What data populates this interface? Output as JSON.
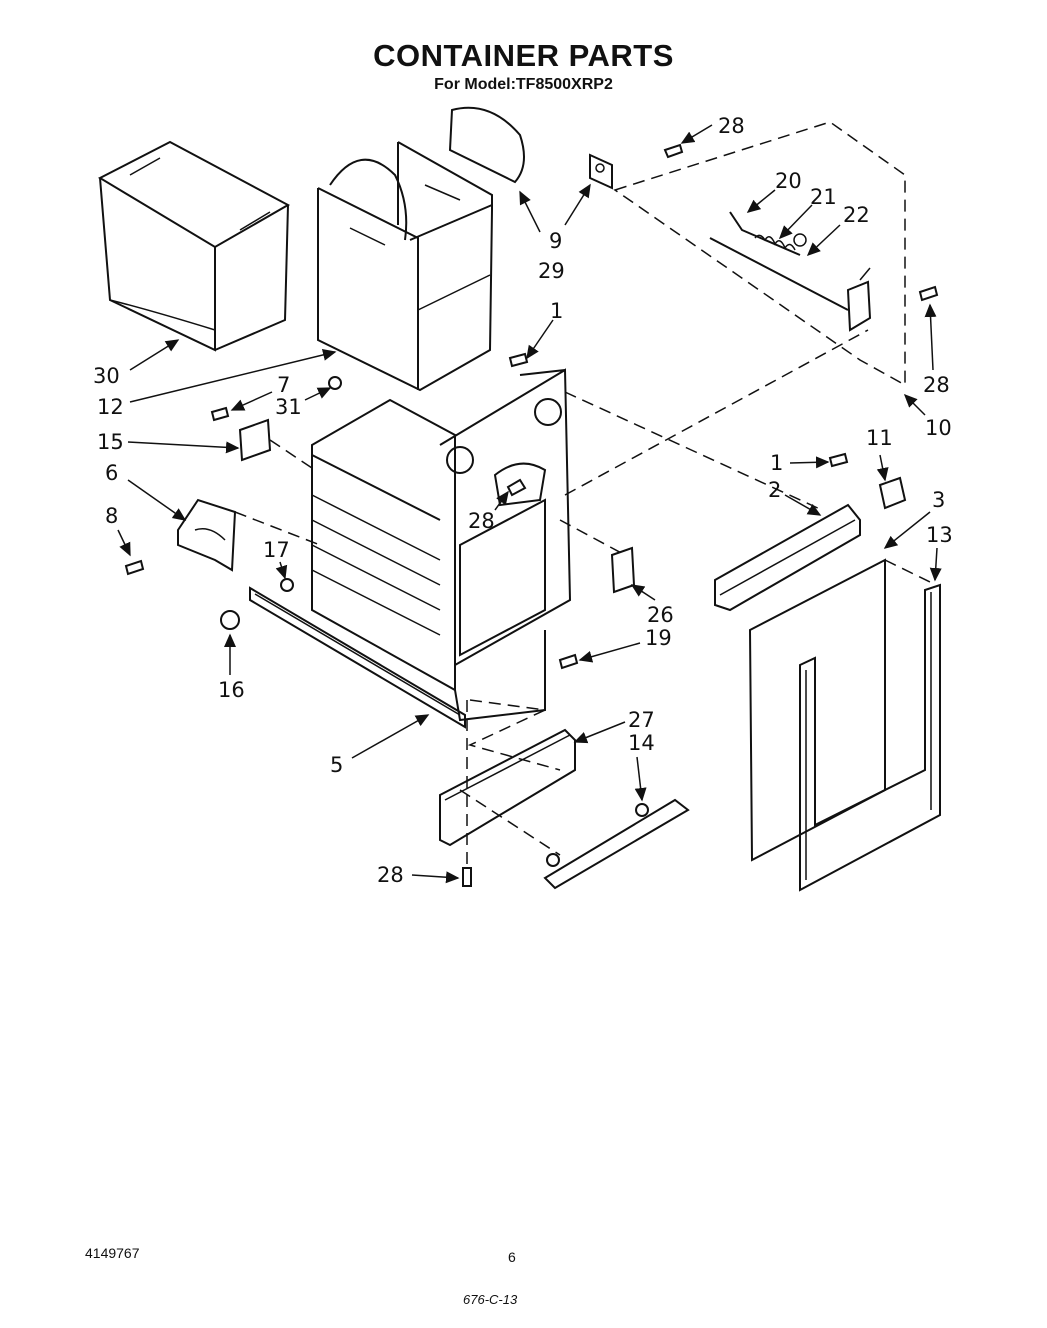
{
  "header": {
    "title": "CONTAINER PARTS",
    "subtitle": "For Model:TF8500XRP2"
  },
  "callouts": [
    {
      "id": "30",
      "text": "30"
    },
    {
      "id": "12",
      "text": "12"
    },
    {
      "id": "29",
      "text": "29"
    },
    {
      "id": "9",
      "text": "9"
    },
    {
      "id": "28a",
      "text": "28"
    },
    {
      "id": "20",
      "text": "20"
    },
    {
      "id": "21",
      "text": "21"
    },
    {
      "id": "22",
      "text": "22"
    },
    {
      "id": "1a",
      "text": "1"
    },
    {
      "id": "7",
      "text": "7"
    },
    {
      "id": "31",
      "text": "31"
    },
    {
      "id": "28b",
      "text": "28"
    },
    {
      "id": "10",
      "text": "10"
    },
    {
      "id": "15",
      "text": "15"
    },
    {
      "id": "11",
      "text": "11"
    },
    {
      "id": "1b",
      "text": "1"
    },
    {
      "id": "6",
      "text": "6"
    },
    {
      "id": "2",
      "text": "2"
    },
    {
      "id": "3",
      "text": "3"
    },
    {
      "id": "13",
      "text": "13"
    },
    {
      "id": "8",
      "text": "8"
    },
    {
      "id": "28c",
      "text": "28"
    },
    {
      "id": "17",
      "text": "17"
    },
    {
      "id": "26",
      "text": "26"
    },
    {
      "id": "19",
      "text": "19"
    },
    {
      "id": "16",
      "text": "16"
    },
    {
      "id": "27",
      "text": "27"
    },
    {
      "id": "14",
      "text": "14"
    },
    {
      "id": "5",
      "text": "5"
    },
    {
      "id": "28d",
      "text": "28"
    }
  ],
  "footer": {
    "part_number": "4149767",
    "page": "6",
    "code": "676-C-13"
  }
}
